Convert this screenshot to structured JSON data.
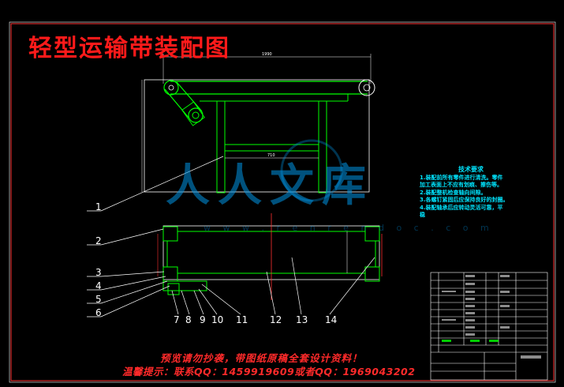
{
  "drawing": {
    "title": "轻型运输带装配图",
    "tech_notes": {
      "heading": "技术要求",
      "lines": [
        "1.装配前所有零件进行清洗。零件",
        "加工表面上不应有划痕、擦伤等。",
        "2.装配整机检查轴向间隙。",
        "3.各螺钉紧固后应保持良好的封圈。",
        "4.装配轴承后应转动灵活可靠，平",
        "稳"
      ]
    },
    "dimensions": {
      "top_width": "1990",
      "inner_width": "710"
    },
    "part_numbers": [
      "1",
      "2",
      "3",
      "4",
      "5",
      "6",
      "7",
      "8",
      "9",
      "10",
      "11",
      "12",
      "13",
      "14"
    ],
    "footer": {
      "line1": "预览请勿抄袭，带图纸原稿全套设计资料！",
      "line2": "温馨提示：联系QQ：1459919609或者QQ：1969043202"
    },
    "watermark": {
      "mark": "人人文库",
      "url": "w w w . r e n r e n d o c . c o m"
    },
    "colors": {
      "background": "#000000",
      "frame": "#ff3030",
      "part": "#00ff00",
      "leader": "#ffffff",
      "notes": "#00e5ff",
      "title": "#ff1a1a"
    }
  }
}
